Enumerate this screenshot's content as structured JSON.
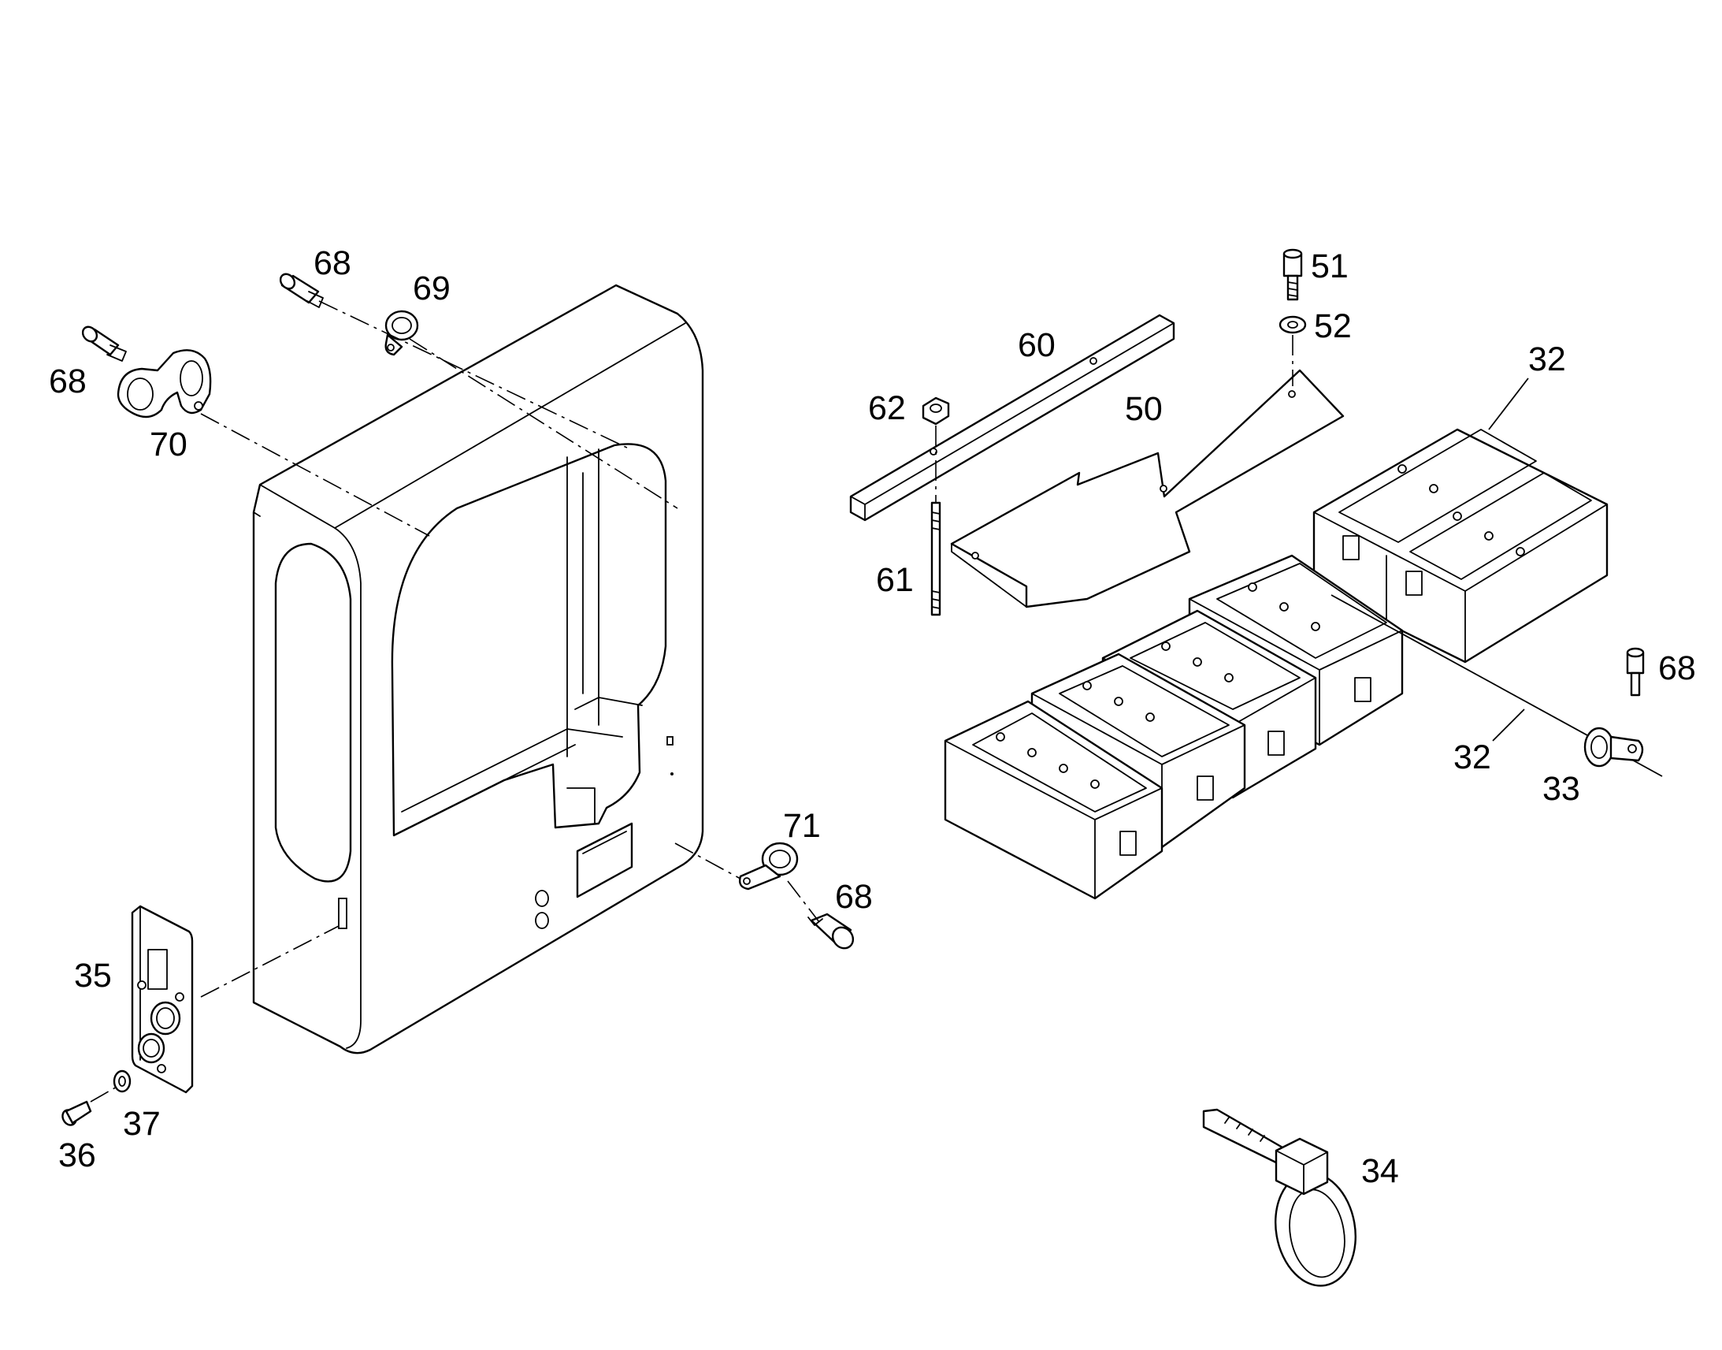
{
  "diagram": {
    "labels": {
      "p68_top": "68",
      "p69": "69",
      "p68_left": "68",
      "p70": "70",
      "p35": "35",
      "p36": "36",
      "p37": "37",
      "p71": "71",
      "p68_mid": "68",
      "p60": "60",
      "p62": "62",
      "p61": "61",
      "p50": "50",
      "p51": "51",
      "p52": "52",
      "p32_top": "32",
      "p32_bottom": "32",
      "p33": "33",
      "p68_right": "68",
      "p34": "34"
    }
  }
}
